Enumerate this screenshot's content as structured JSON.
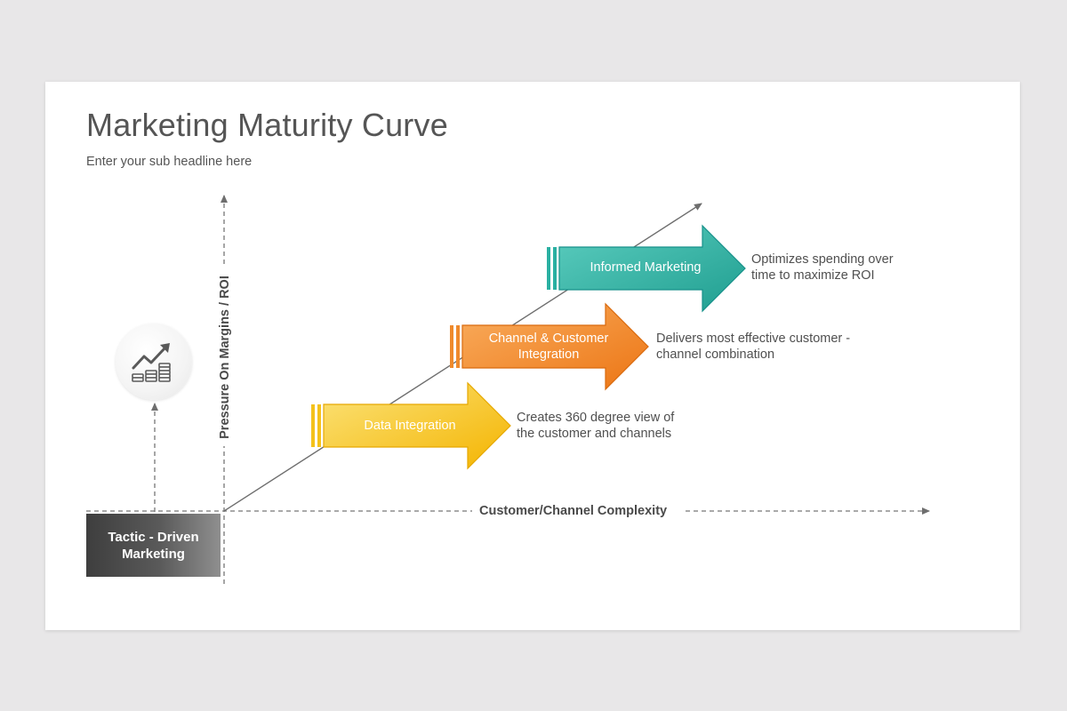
{
  "slide": {
    "title": "Marketing Maturity Curve",
    "subtitle": "Enter your sub headline here"
  },
  "axes": {
    "x_label": "Customer/Channel Complexity",
    "y_label": "Pressure On Margins / ROI"
  },
  "base": {
    "line1": "Tactic - Driven",
    "line2": "Marketing"
  },
  "stages": [
    {
      "name": "Data Integration",
      "name_lines": [
        "Data Integration"
      ],
      "description_lines": [
        "Creates 360 degree view of",
        "the customer and channels"
      ],
      "color_light": "#f9d64a",
      "color_dark": "#f4b400"
    },
    {
      "name": "Channel & Customer Integration",
      "name_lines": [
        "Channel & Customer",
        "Integration"
      ],
      "description_lines": [
        "Delivers most effective customer -",
        "channel combination"
      ],
      "color_light": "#f7a04a",
      "color_dark": "#ee7d1a"
    },
    {
      "name": "Informed Marketing",
      "name_lines": [
        "Informed Marketing"
      ],
      "description_lines": [
        "Optimizes spending over",
        "time to maximize ROI"
      ],
      "color_light": "#4cc2b5",
      "color_dark": "#20a496"
    }
  ],
  "icon": "growth-chart-coins-icon"
}
